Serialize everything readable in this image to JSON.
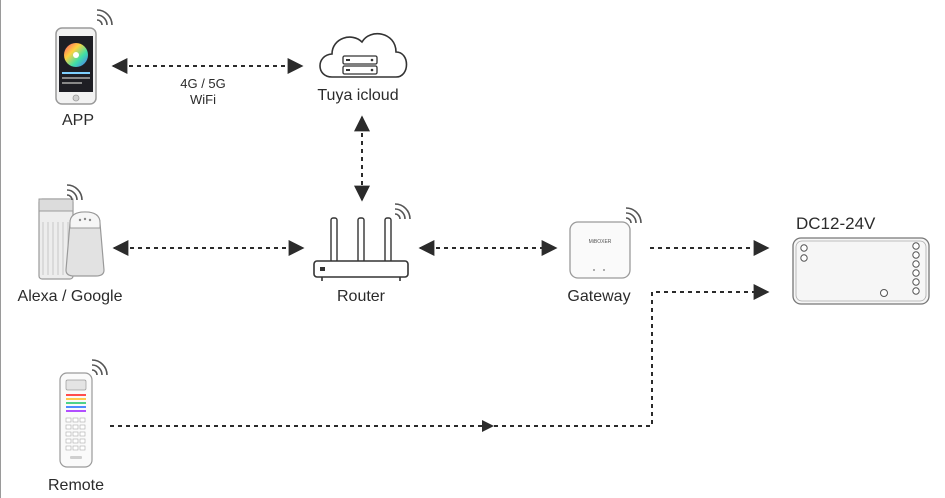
{
  "nodes": {
    "app": {
      "label": "APP"
    },
    "cloud": {
      "label": "Tuya icloud"
    },
    "speaker": {
      "label": "Alexa / Google"
    },
    "router": {
      "label": "Router"
    },
    "gateway": {
      "label": "Gateway",
      "brand": "MiBOXER"
    },
    "controller": {
      "label": "DC12-24V"
    },
    "remote": {
      "label": "Remote"
    }
  },
  "links": {
    "app_cloud": {
      "line1": "4G / 5G",
      "line2": "WiFi"
    }
  },
  "colors": {
    "line": "#333333",
    "device": "#d8d8d8",
    "device_stroke": "#7a7a7a"
  }
}
